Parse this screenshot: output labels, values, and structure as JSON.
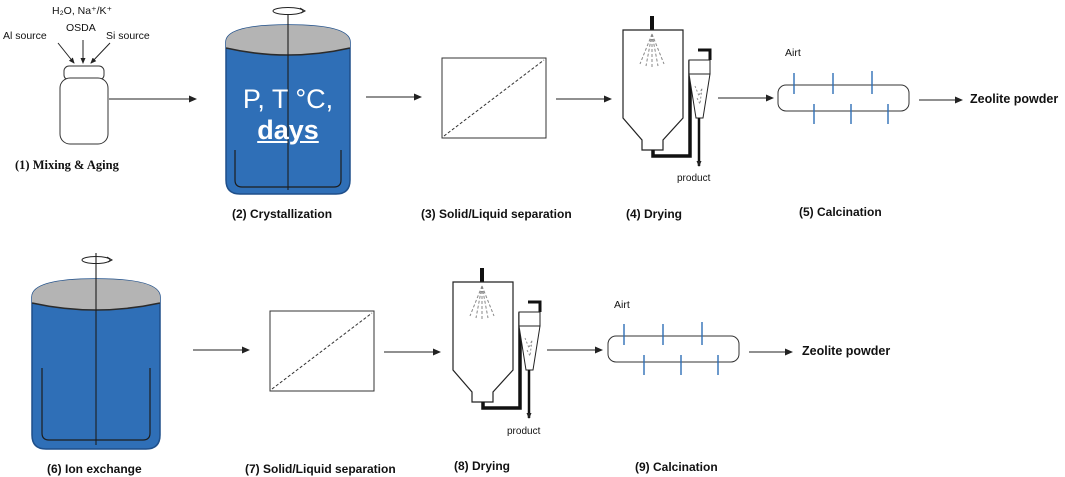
{
  "inputs": {
    "al_source": "Al source",
    "water_cations": "H₂O, Na⁺/K⁺",
    "osda": "OSDA",
    "si_source": "Si source"
  },
  "vessel_text": {
    "line1": "P, T °C,",
    "line2": "days"
  },
  "steps": {
    "s1": "(1)  Mixing & Aging",
    "s2": "(2) Crystallization",
    "s3": "(3) Solid/Liquid separation",
    "s4": "(4) Drying",
    "s5": "(5) Calcination",
    "s6": "(6) Ion exchange",
    "s7": "(7) Solid/Liquid separation",
    "s8": "(8) Drying",
    "s9": "(9) Calcination"
  },
  "air_label": "Airt",
  "product_label": "product",
  "output_label": "Zeolite powder",
  "colors": {
    "liquid_blue": "#2f6fb7",
    "liquid_dark": "#1f4f8a",
    "headspace_gray": "#b4b4b4",
    "stroke": "#222222",
    "calciner_tick": "#2f6fb7"
  }
}
